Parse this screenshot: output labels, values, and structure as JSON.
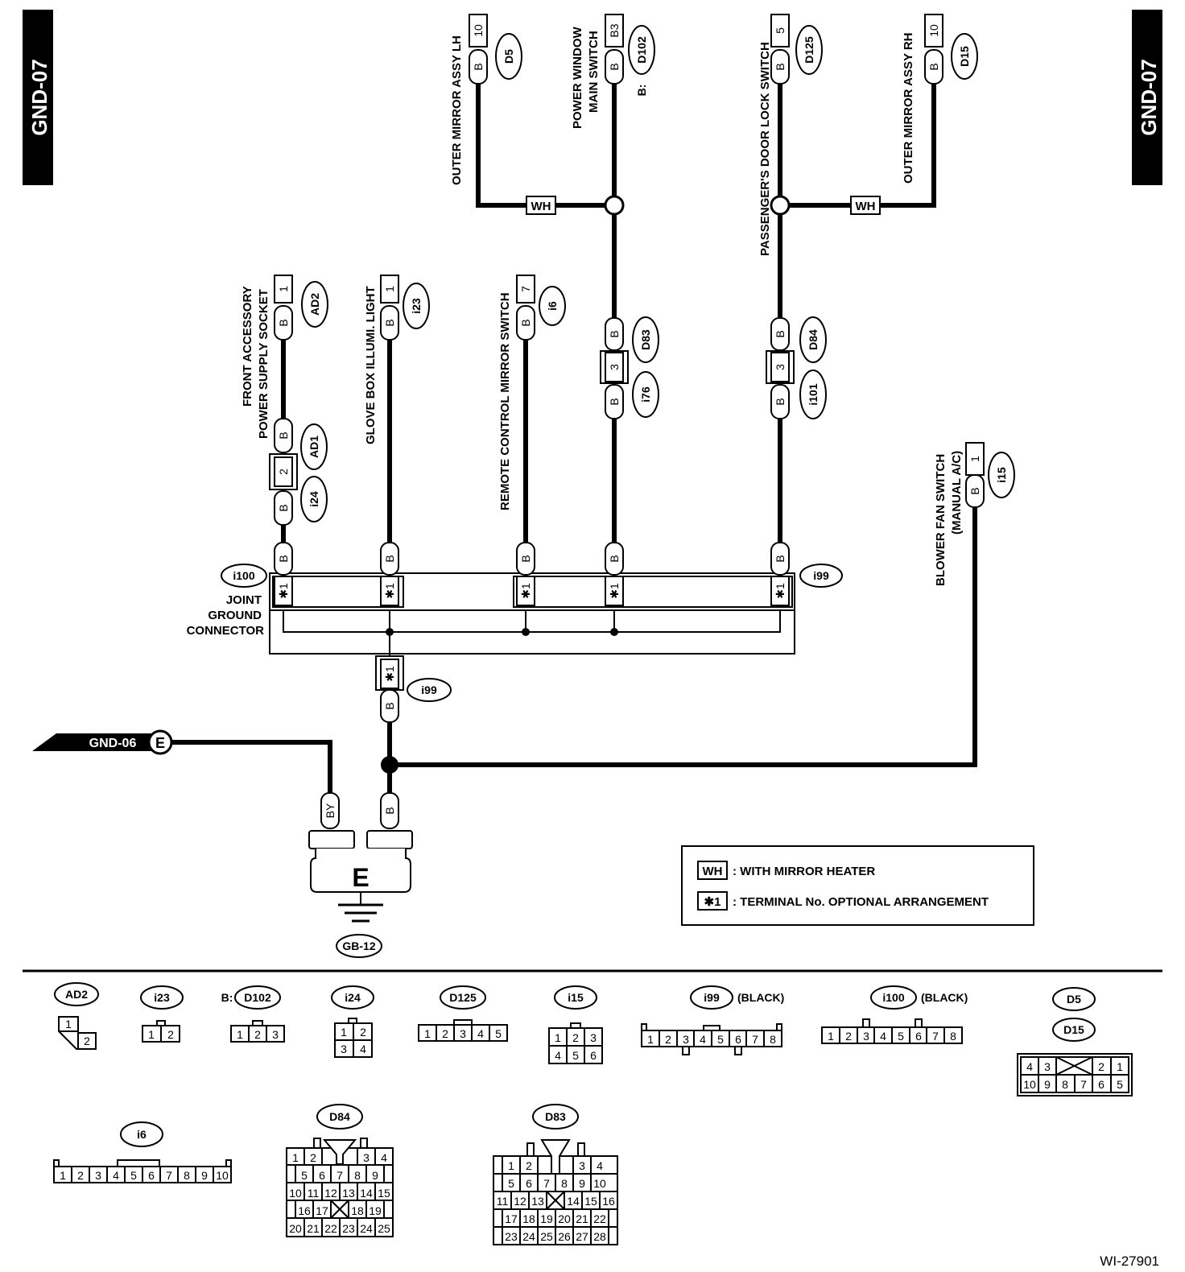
{
  "header": {
    "left_tab": "GND-07",
    "right_tab": "GND-07"
  },
  "components": {
    "outer_mirror_lh": {
      "label": "OUTER MIRROR ASSY LH",
      "pin": "10",
      "wire": "B",
      "connector": "D5"
    },
    "pw_main_switch": {
      "label1": "POWER WINDOW",
      "label2": "MAIN SWITCH",
      "pin": "B3",
      "wire": "B",
      "connector": "D102",
      "prefix": "B:"
    },
    "pass_door_lock": {
      "label": "PASSENGER'S DOOR LOCK SWITCH",
      "pin": "5",
      "wire": "B",
      "connector": "D125"
    },
    "outer_mirror_rh": {
      "label": "OUTER MIRROR ASSY RH",
      "pin": "10",
      "wire": "B",
      "connector": "D15"
    },
    "front_accessory": {
      "label1": "FRONT ACCESSORY",
      "label2": "POWER SUPPLY SOCKET",
      "pin": "1",
      "wire": "B",
      "connector": "AD2"
    },
    "glove_box": {
      "label": "GLOVE BOX ILLUMI. LIGHT",
      "pin": "1",
      "wire": "B",
      "connector": "i23"
    },
    "remote_mirror": {
      "label": "REMOTE CONTROL MIRROR SWITCH",
      "pin": "7",
      "wire": "B",
      "connector": "i6"
    },
    "blower_fan": {
      "label1": "BLOWER FAN SWITCH",
      "label2": "(MANUAL A/C)",
      "pin": "1",
      "wire": "B",
      "connector": "i15"
    }
  },
  "inline": {
    "ad1": {
      "id": "AD1",
      "pin": "2",
      "wire": "B"
    },
    "i24": {
      "id": "i24",
      "wire": "B"
    },
    "d83": {
      "id": "D83",
      "pin": "3",
      "wire": "B"
    },
    "i76": {
      "id": "i76",
      "wire": "B"
    },
    "d84": {
      "id": "D84",
      "pin": "3",
      "wire": "B"
    },
    "i101": {
      "id": "i101",
      "wire": "B"
    },
    "wh": "WH"
  },
  "joint": {
    "i100": "i100",
    "i99": "i99",
    "label1": "JOINT",
    "label2": "GROUND",
    "label3": "CONNECTOR",
    "star": "✱1",
    "wire": "B",
    "bottom_id": "i99"
  },
  "ground": {
    "gnd06": "GND-06",
    "e_ref": "E",
    "by_wire": "BY",
    "b_wire": "B",
    "terminal": "E",
    "gb": "GB-12"
  },
  "legend": {
    "wh_code": "WH",
    "wh_text": ": WITH MIRROR HEATER",
    "star_code": "✱1",
    "star_text": ": TERMINAL No. OPTIONAL ARRANGEMENT"
  },
  "faces": {
    "ad2": "AD2",
    "i23": "i23",
    "d102": "D102",
    "d102_prefix": "B:",
    "i24": "i24",
    "d125": "D125",
    "i15": "i15",
    "i99": "i99",
    "i99_color": "(BLACK)",
    "i100": "i100",
    "i100_color": "(BLACK)",
    "d5": "D5",
    "d15": "D15",
    "i6": "i6",
    "d84": "D84",
    "d83": "D83"
  },
  "footer": {
    "code": "WI-27901"
  }
}
